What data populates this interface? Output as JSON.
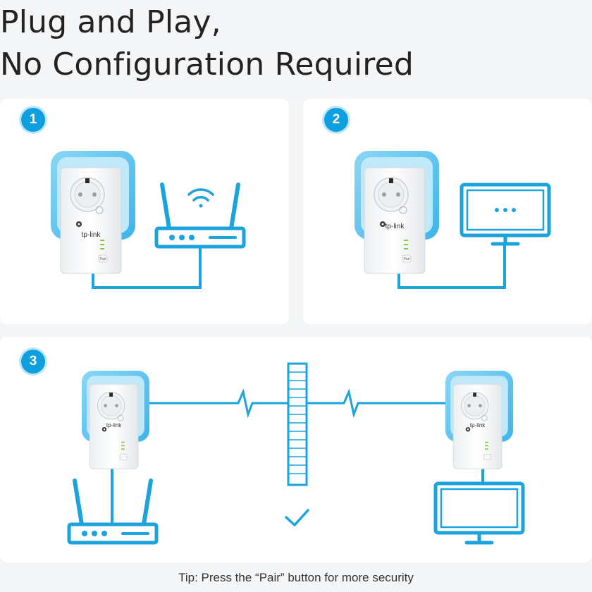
{
  "headline": {
    "line1": "Plug and Play,",
    "line2": "No Configuration Required"
  },
  "steps": [
    {
      "number": "1"
    },
    {
      "number": "2"
    },
    {
      "number": "3"
    }
  ],
  "adapter": {
    "brand": "tp-link",
    "pair_label": "Pair"
  },
  "devices": {
    "router_icon": "router-icon",
    "monitor_icon": "monitor-icon",
    "wifi_icon": "wifi-icon",
    "check_icon": "checkmark-icon",
    "wall_icon": "wall-icon"
  },
  "tip": "Tip: Press the “Pair” button for more security",
  "colors": {
    "accent": "#0e9fe0",
    "line": "#1aa3dd",
    "glow": "#7fd0f3"
  }
}
